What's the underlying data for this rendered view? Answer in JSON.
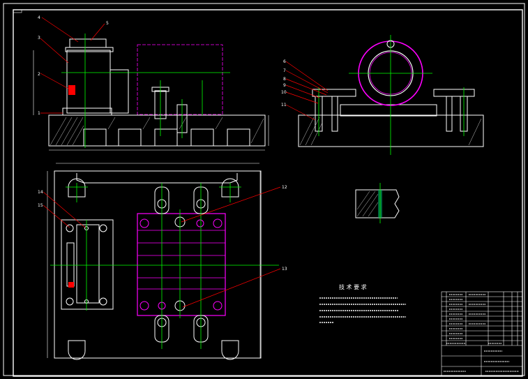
{
  "colors": {
    "background": "#000000",
    "outline": "#ffffff",
    "part": "#ff00ff",
    "centerline": "#00ff00",
    "leader": "#ff0000",
    "hatch": "#cccccc",
    "accent_red": "#ff0000"
  },
  "callouts": {
    "c1": "1",
    "c2": "2",
    "c3": "3",
    "c4": "4",
    "c5": "5",
    "c6": "6",
    "c7": "7",
    "c8": "8",
    "c9": "9",
    "c10": "10",
    "c11": "11",
    "c12": "12",
    "c13": "13",
    "c14": "14",
    "c15": "15"
  },
  "technical_requirements": {
    "title": "技 术 要 求"
  }
}
